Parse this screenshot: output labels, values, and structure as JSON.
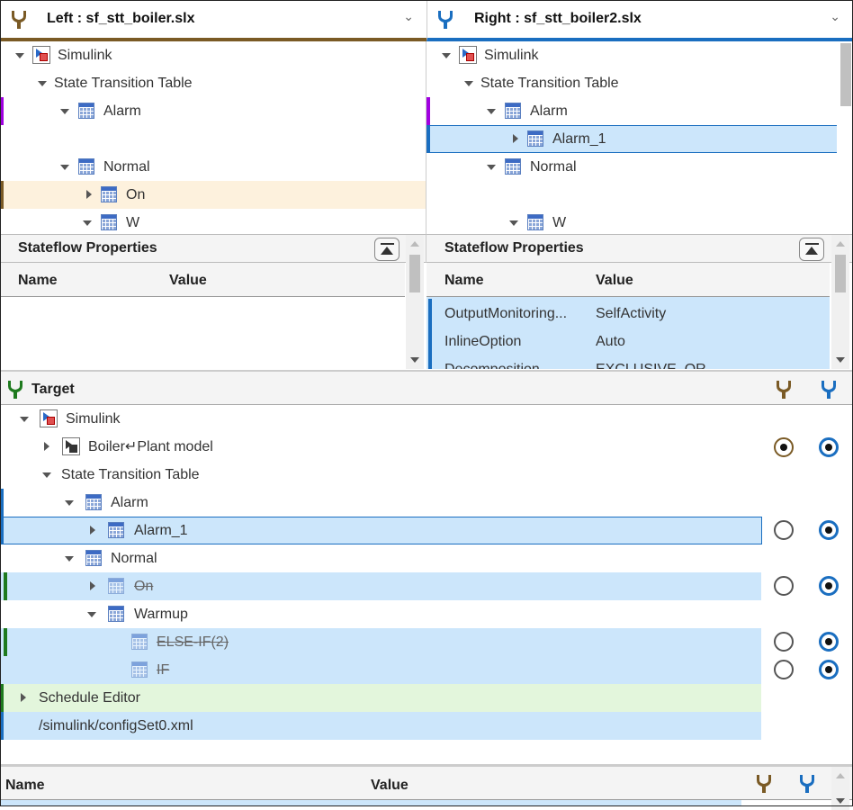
{
  "left": {
    "title": "Left : sf_stt_boiler.slx",
    "color": "#7a5a25",
    "tree": [
      "Simulink",
      "State Transition Table",
      "Alarm",
      "Normal",
      "On",
      "W"
    ],
    "props": {
      "title": "Stateflow Properties",
      "name_col": "Name",
      "value_col": "Value",
      "rows": []
    }
  },
  "right": {
    "title": "Right : sf_stt_boiler2.slx",
    "color": "#1a6ec0",
    "tree": [
      "Simulink",
      "State Transition Table",
      "Alarm",
      "Alarm_1",
      "Normal",
      "W"
    ],
    "props": {
      "title": "Stateflow Properties",
      "name_col": "Name",
      "value_col": "Value",
      "rows": [
        {
          "name": "OutputMonitoring...",
          "value": "SelfActivity"
        },
        {
          "name": "InlineOption",
          "value": "Auto"
        },
        {
          "name": "Decomposition",
          "value": "EXCLUSIVE_OR"
        }
      ]
    }
  },
  "target": {
    "title": "Target",
    "color": "#1e7a1e",
    "rows": [
      {
        "label": "Simulink"
      },
      {
        "label": "Boiler↵Plant model",
        "left_selected": true,
        "right_selected": true
      },
      {
        "label": "State Transition Table"
      },
      {
        "label": "Alarm"
      },
      {
        "label": "Alarm_1",
        "left_selected": false,
        "right_selected": true
      },
      {
        "label": "Normal"
      },
      {
        "label": "On",
        "left_selected": false,
        "right_selected": true
      },
      {
        "label": "Warmup"
      },
      {
        "label": "ELSE-IF(2)",
        "left_selected": false,
        "right_selected": true
      },
      {
        "label": "IF",
        "left_selected": false,
        "right_selected": true
      },
      {
        "label": "Schedule Editor"
      },
      {
        "label": "/simulink/configSet0.xml"
      }
    ]
  },
  "bottom": {
    "name_col": "Name",
    "value_col": "Value"
  },
  "colors": {
    "selection": "#cce6fb",
    "left_highlight": "#fdf1dd",
    "added": "#e3f6dc",
    "left_bar": "#7a5a25",
    "right_bar": "#1a6ec0",
    "purple_bar": "#a000e0",
    "green_bar": "#1e7a1e"
  }
}
